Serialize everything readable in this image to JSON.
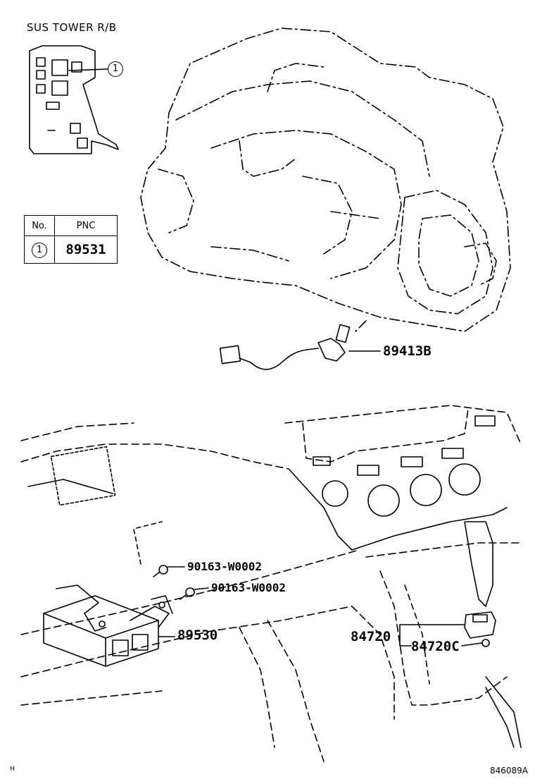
{
  "title_label": "SUS TOWER R/B",
  "pnc_table": {
    "header_no": "No.",
    "header_pnc": "PNC",
    "rows": [
      {
        "no": "1",
        "pnc": "89531"
      }
    ]
  },
  "callout_number": "1",
  "parts": {
    "sensor": "89413B",
    "screw_a": "90163-W0002",
    "screw_b": "90163-W0002",
    "ecu": "89530",
    "switch": "84720",
    "switch_sub": "84720C"
  },
  "corner_mark": "H",
  "drawing_code": "846089A"
}
